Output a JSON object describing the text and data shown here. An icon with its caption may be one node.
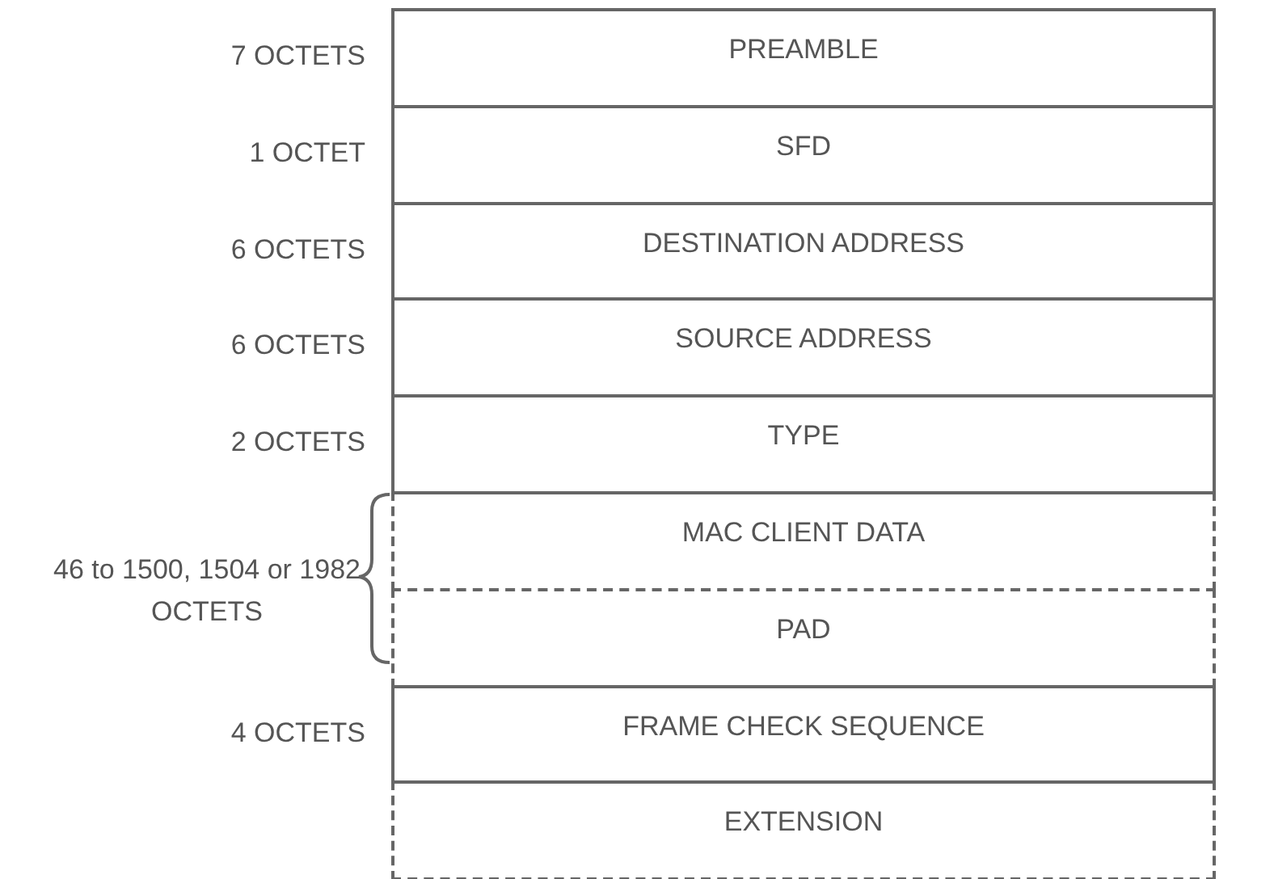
{
  "diagram": {
    "nodes": [
      {
        "text": [
          "PREAMBLE"
        ],
        "beside": [
          "7 OCTETS"
        ]
      },
      {
        "text": [
          "SFD"
        ],
        "beside": [
          "1 OCTET"
        ]
      },
      {
        "text": [
          "DESTINATION ADDRESS"
        ],
        "beside": [
          "6 OCTETS"
        ]
      },
      {
        "text": [
          "SOURCE ADDRESS"
        ],
        "beside": [
          "6 OCTETS"
        ]
      },
      {
        "text": [
          "TYPE"
        ],
        "beside": [
          "2 OCTETS"
        ]
      },
      {
        "text": [
          "MAC CLIENT DATA"
        ]
      },
      {
        "text": [
          "PAD"
        ]
      },
      {
        "text": [
          "FRAME CHECK SEQUENCE"
        ],
        "beside": [
          "4 OCTETS"
        ]
      },
      {
        "text": [
          "EXTENSION"
        ]
      }
    ],
    "edges": [],
    "labels": [
      "46 to 1500, 1504 or 1982 OCTETS"
    ]
  }
}
